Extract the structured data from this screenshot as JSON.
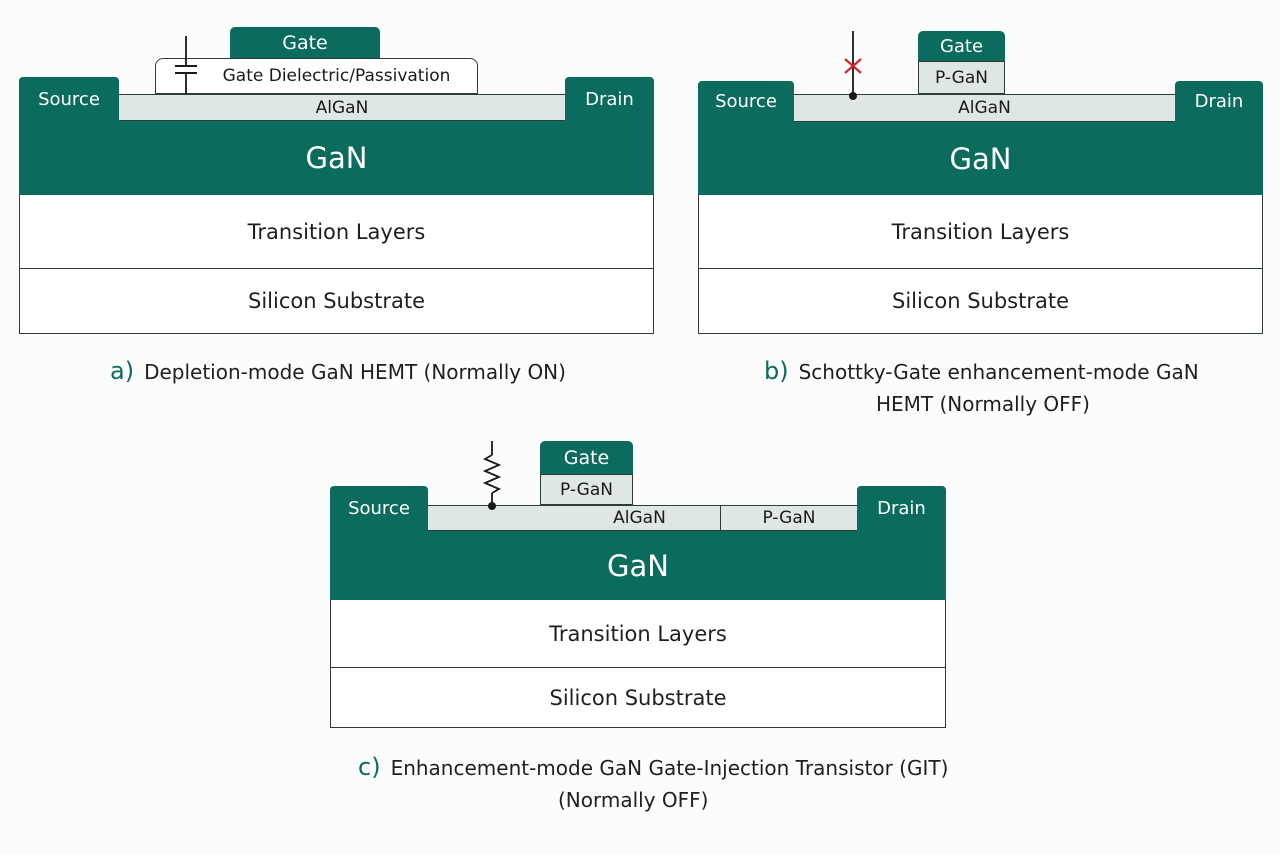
{
  "diagram_a": {
    "gate": "Gate",
    "dielectric": "Gate Dielectric/Passivation",
    "source": "Source",
    "drain": "Drain",
    "algan": "AlGaN",
    "gan": "GaN",
    "transition": "Transition Layers",
    "substrate": "Silicon Substrate",
    "caption_letter": "a)",
    "caption": "Depletion-mode GaN HEMT  (Normally ON)"
  },
  "diagram_b": {
    "gate": "Gate",
    "pgan": "P-GaN",
    "source": "Source",
    "drain": "Drain",
    "algan": "AlGaN",
    "gan": "GaN",
    "transition": "Transition Layers",
    "substrate": "Silicon Substrate",
    "caption_letter": "b)",
    "caption_line1": "Schottky-Gate enhancement-mode GaN",
    "caption_line2": "HEMT  (Normally OFF)"
  },
  "diagram_c": {
    "gate": "Gate",
    "pgan_gate": "P-GaN",
    "pgan_drain": "P-GaN",
    "source": "Source",
    "drain": "Drain",
    "algan": "AlGaN",
    "gan": "GaN",
    "transition": "Transition Layers",
    "substrate": "Silicon Substrate",
    "caption_letter": "c)",
    "caption_line1": "Enhancement-mode GaN Gate-Injection Transistor (GIT)",
    "caption_line2": "(Normally OFF)"
  },
  "colors": {
    "teal": "#0b6b5c",
    "algan": "#dfe7e4",
    "outline": "#2e3b38",
    "cross": "#d0262b"
  },
  "icons": {
    "a": "capacitor-icon",
    "b": "cross-mark-icon",
    "c": "resistor-icon"
  }
}
